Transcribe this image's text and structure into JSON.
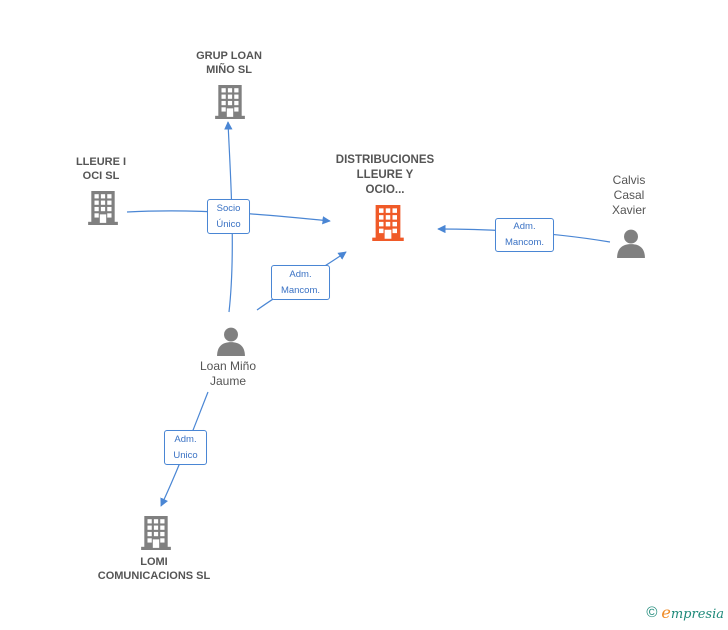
{
  "nodes": {
    "grup_loan": {
      "type": "company",
      "lines": [
        "GRUP LOAN",
        "MIÑO SL"
      ],
      "color": "#808080"
    },
    "lleure_i_oci": {
      "type": "company",
      "lines": [
        "LLEURE I",
        "OCI  SL"
      ],
      "color": "#808080"
    },
    "distribuciones": {
      "type": "company",
      "lines": [
        "DISTRIBUCIONES",
        "LLEURE Y",
        "OCIO..."
      ],
      "color": "#f05a28"
    },
    "calvis": {
      "type": "person",
      "lines": [
        "Calvis",
        "Casal",
        "Xavier"
      ],
      "color": "#808080"
    },
    "loan_mino": {
      "type": "person",
      "lines": [
        "Loan Miño",
        "Jaume"
      ],
      "color": "#808080"
    },
    "lomi": {
      "type": "company",
      "lines": [
        "LOMI",
        "COMUNICACIONS SL"
      ],
      "color": "#808080"
    }
  },
  "edges": {
    "socio_unico": {
      "lines": [
        "Socio",
        "Único"
      ]
    },
    "adm_mancom_loan": {
      "lines": [
        "Adm.",
        "Mancom."
      ]
    },
    "adm_mancom_calvis": {
      "lines": [
        "Adm.",
        "Mancom."
      ]
    },
    "adm_unico": {
      "lines": [
        "Adm.",
        "Unico"
      ]
    }
  },
  "colors": {
    "edge": "#4a86d4",
    "node": "#808080",
    "focus": "#f05a28"
  },
  "footer": {
    "copyright": "©",
    "brand_initial": "e",
    "brand_rest": "mpresia"
  }
}
